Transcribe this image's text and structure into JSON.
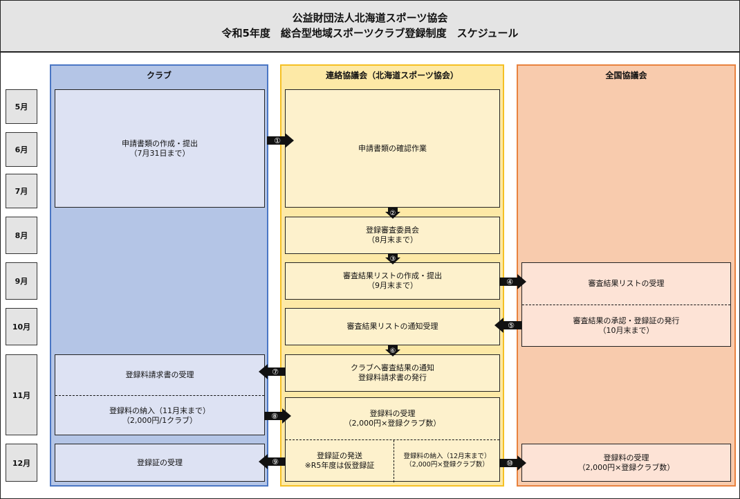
{
  "header": {
    "org": "公益財団法人北海道スポーツ協会",
    "title": "令和5年度　総合型地域スポーツクラブ登録制度　スケジュール"
  },
  "months": [
    "5月",
    "6月",
    "7月",
    "8月",
    "9月",
    "10月",
    "11月",
    "12月"
  ],
  "columns": {
    "club": "クラブ",
    "liaison": "連絡協議会（北海道スポーツ協会）",
    "national": "全国協議会"
  },
  "club": {
    "apply_line1": "申請書類の作成・提出",
    "apply_line2": "（7月31日まで）",
    "invoice_receive": "登録料請求書の受理",
    "pay_line1": "登録料の納入（11月末まで）",
    "pay_line2": "（2,000円/1クラブ）",
    "cert_receive": "登録証の受理"
  },
  "liaison": {
    "confirm": "申請書類の確認作業",
    "committee_line1": "登録審査委員会",
    "committee_line2": "（8月末まで）",
    "list_line1": "審査結果リストの作成・提出",
    "list_line2": "（9月末まで）",
    "notice_receive": "審査結果リストの通知受理",
    "notify_line1": "クラブへ審査結果の通知",
    "notify_line2": "登録料請求書の発行",
    "fee_line1": "登録料の受理",
    "fee_line2": "（2,000円×登録クラブ数）",
    "cert_send_line1": "登録証の発送",
    "cert_send_line2": "※R5年度は仮登録証",
    "fee_pay_line1": "登録料の納入（12月末まで）",
    "fee_pay_line2": "（2,000円×登録クラブ数）"
  },
  "national": {
    "list_receive": "審査結果リストの受理",
    "approve_line1": "審査結果の承認・登録証の発行",
    "approve_line2": "（10月末まで）",
    "fee_line1": "登録料の受理",
    "fee_line2": "（2,000円×登録クラブ数）"
  },
  "steps": [
    "①",
    "②",
    "③",
    "④",
    "⑤",
    "⑥",
    "⑦",
    "⑧",
    "⑨",
    "⑩"
  ],
  "colors": {
    "club_bg": "#b4c5e6",
    "club_border": "#4a76c4",
    "liaison_bg": "#fde9a6",
    "liaison_border": "#f5c023",
    "national_bg": "#f8cbad",
    "national_border": "#e8823e",
    "month_bg": "#e4e4e4"
  }
}
